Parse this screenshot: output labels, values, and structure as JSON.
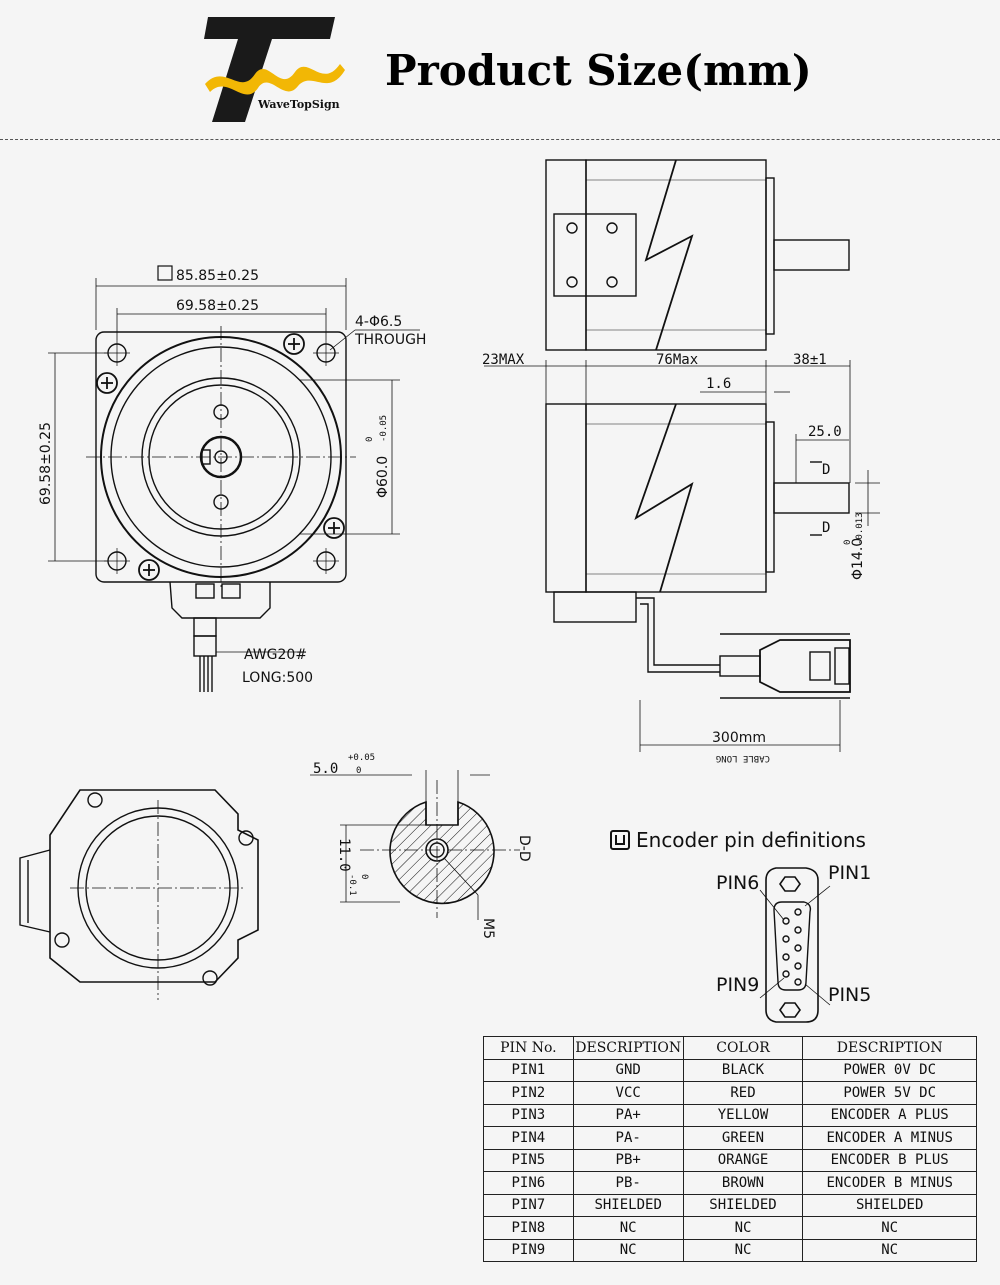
{
  "header": {
    "brand": "WaveTopSign",
    "title": "Product Size(mm)"
  },
  "dims": {
    "outer_square": "85.85±0.25",
    "hole_spacing_h": "69.58±0.25",
    "hole_spacing_v": "69.58±0.25",
    "holes": "4-Φ6.5",
    "through": "THROUGH",
    "pilot_dia": "Φ60.0",
    "pilot_tol_upper": "0",
    "pilot_tol_lower": "-0.05",
    "wire": "AWG20#",
    "wire_long": "LONG:500",
    "rear_len": "23MAX",
    "body_len": "76Max",
    "shaft_len": "38±1",
    "flange_thk": "1.6",
    "key_len": "25.0",
    "section_mark": "D",
    "shaft_dia": "Φ14.0",
    "shaft_tol_upper": "0",
    "shaft_tol_lower": "-0.013",
    "cable_len": "300mm",
    "cable_note": "CABLE LONG",
    "key_width": "5.0",
    "key_tol_upper": "+0.05",
    "key_tol_lower": "0",
    "flat_height": "11.0",
    "flat_tol_upper": "0",
    "flat_tol_lower": "-0.1",
    "section_label": "D-D",
    "thread": "M5"
  },
  "encoder": {
    "title": "Encoder pin definitions",
    "pin6": "PIN6",
    "pin1": "PIN1",
    "pin9": "PIN9",
    "pin5": "PIN5"
  },
  "table": {
    "headers": [
      "PIN No.",
      "DESCRIPTION",
      "COLOR",
      "DESCRIPTION"
    ],
    "rows": [
      [
        "PIN1",
        "GND",
        "BLACK",
        "POWER 0V DC"
      ],
      [
        "PIN2",
        "VCC",
        "RED",
        "POWER 5V DC"
      ],
      [
        "PIN3",
        "PA+",
        "YELLOW",
        "ENCODER A PLUS"
      ],
      [
        "PIN4",
        "PA-",
        "GREEN",
        "ENCODER A MINUS"
      ],
      [
        "PIN5",
        "PB+",
        "ORANGE",
        "ENCODER B PLUS"
      ],
      [
        "PIN6",
        "PB-",
        "BROWN",
        "ENCODER B MINUS"
      ],
      [
        "PIN7",
        "SHIELDED",
        "SHIELDED",
        "SHIELDED"
      ],
      [
        "PIN8",
        "NC",
        "NC",
        "NC"
      ],
      [
        "PIN9",
        "NC",
        "NC",
        "NC"
      ]
    ]
  },
  "colors": {
    "logo_dark": "#1a1a1a",
    "logo_accent": "#f2b705",
    "line": "#111111"
  }
}
